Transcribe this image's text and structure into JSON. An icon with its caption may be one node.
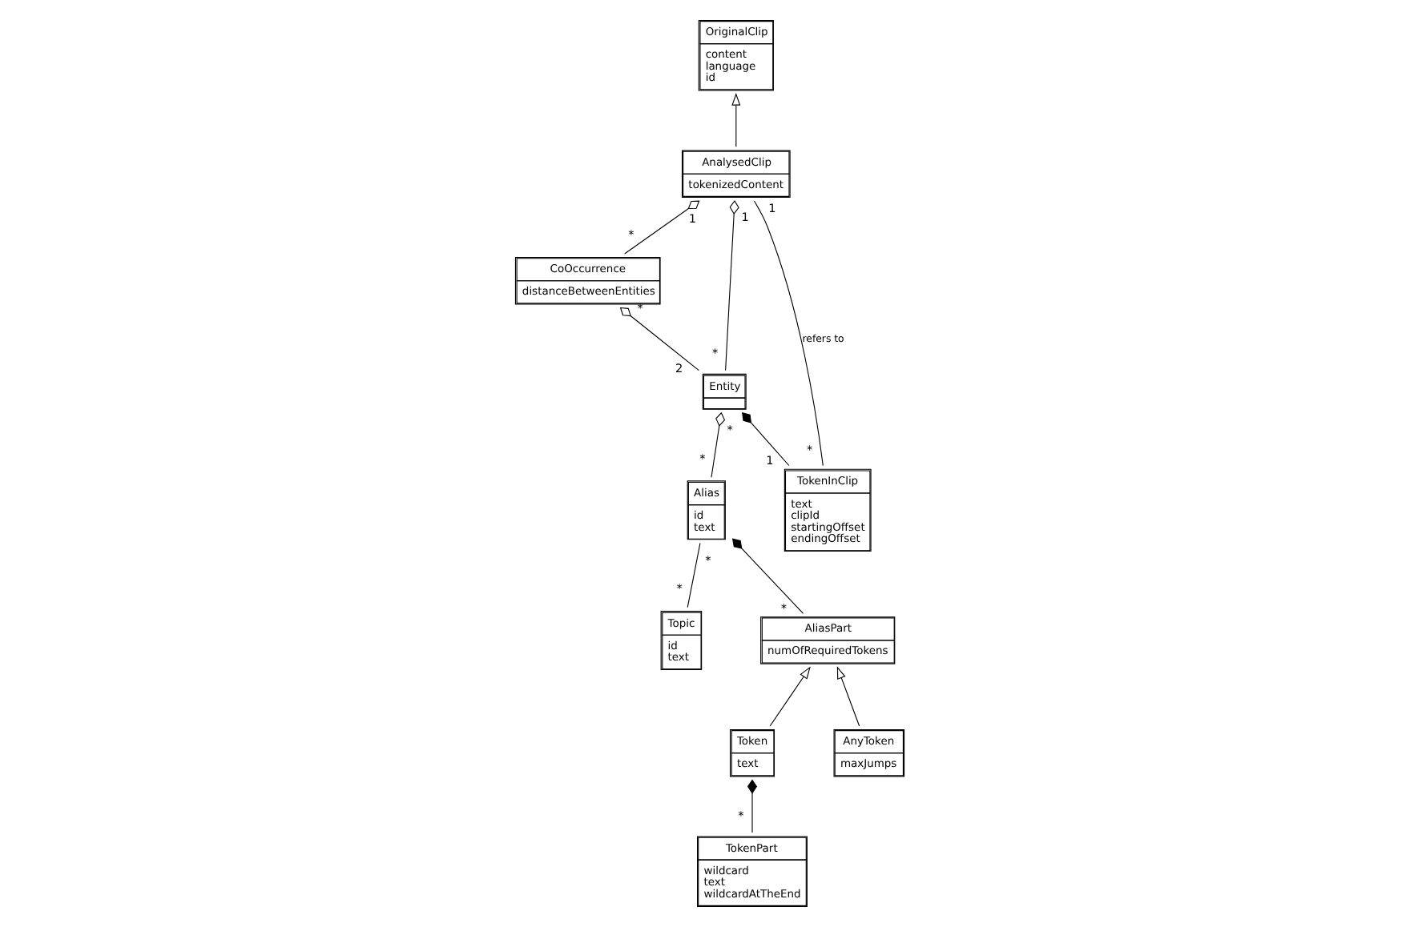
{
  "diagram": {
    "nodes": [
      {
        "text": [
          "CoOccurrence",
          "distanceBetweenEntities"
        ]
      },
      {
        "text": [
          "Entity"
        ]
      },
      {
        "text": [
          "Alias",
          "id",
          "text"
        ]
      },
      {
        "text": [
          "Topic",
          "id",
          "text"
        ]
      },
      {
        "text": [
          "AnalysedClip",
          "tokenizedContent"
        ]
      },
      {
        "text": [
          "TokenInClip",
          "text",
          "clipId",
          "startingOffset",
          "endingOffset"
        ]
      },
      {
        "text": [
          "AliasPart",
          "numOfRequiredTokens"
        ]
      },
      {
        "text": [
          "OriginalClip",
          "content",
          "language",
          "id"
        ]
      },
      {
        "text": [
          "TokenPart",
          "wildcard",
          "text",
          "wildcardAtTheEnd"
        ]
      },
      {
        "text": [
          "Token",
          "text"
        ]
      },
      {
        "text": [
          "AnyToken",
          "maxJumps"
        ]
      }
    ],
    "edges": [
      {
        "from": 1,
        "to": 0,
        "arrow": "other"
      },
      {
        "from": 1,
        "to": 4,
        "arrow": "other"
      },
      {
        "from": 2,
        "to": 1,
        "arrow": "other"
      },
      {
        "from": 2,
        "to": 3,
        "arrow": "none"
      },
      {
        "from": 5,
        "to": 1,
        "arrow": "other"
      },
      {
        "from": 6,
        "to": 2,
        "arrow": "other"
      },
      {
        "from": 0,
        "to": 4,
        "arrow": "other"
      },
      {
        "from": 4,
        "to": 7,
        "arrow": "to"
      },
      {
        "from": 4,
        "to": 5,
        "arrow": "none",
        "label": "refers to"
      },
      {
        "from": 9,
        "to": 6,
        "arrow": "to"
      },
      {
        "from": 10,
        "to": 6,
        "arrow": "to"
      },
      {
        "from": 8,
        "to": 9,
        "arrow": "other"
      }
    ],
    "labels": [
      "2",
      "*",
      "*",
      "*",
      "*",
      "*",
      "*",
      "1",
      "*",
      "1",
      "1",
      "*",
      "1",
      "*",
      "*"
    ]
  }
}
